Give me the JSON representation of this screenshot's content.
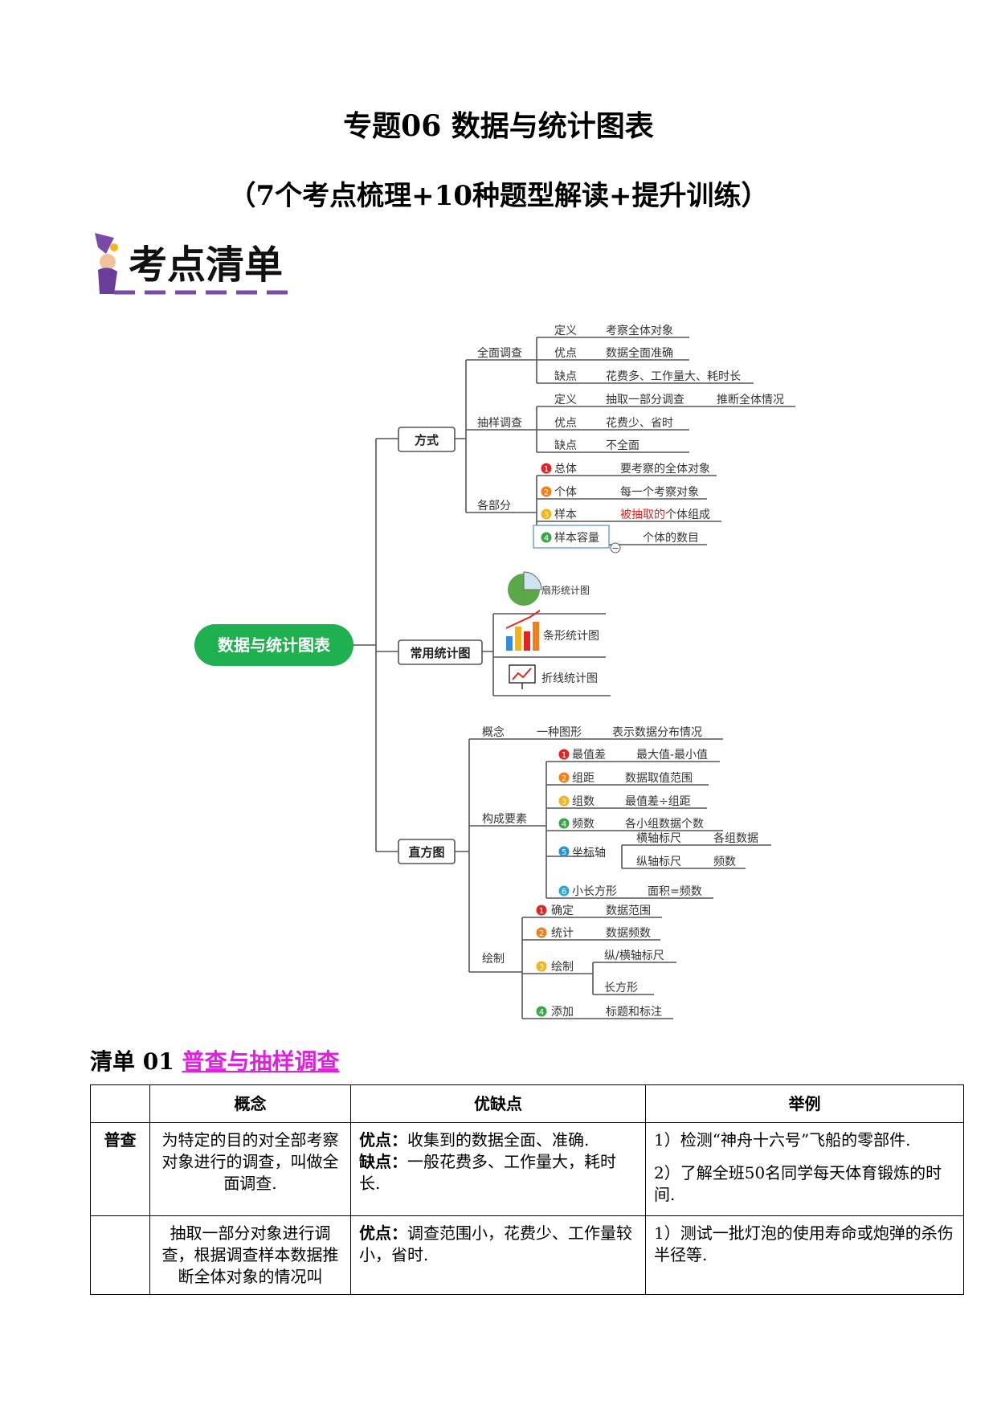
{
  "title": "专题06 数据与统计图表",
  "subtitle": "（7个考点梳理+10种题型解读+提升训练）",
  "logo_text": "考点清单",
  "mindmap": {
    "root": "数据与统计图表",
    "b1": "方式",
    "b1_s1": "全面调查",
    "b1_s1_def": "定义",
    "b1_s1_def_v": "考察全体对象",
    "b1_s1_adv": "优点",
    "b1_s1_adv_v": "数据全面准确",
    "b1_s1_dis": "缺点",
    "b1_s1_dis_v": "花费多、工作量大、耗时长",
    "b1_s2": "抽样调查",
    "b1_s2_def": "定义",
    "b1_s2_def_v": "抽取一部分调查",
    "b1_s2_def_v2": "推断全体情况",
    "b1_s2_adv": "优点",
    "b1_s2_adv_v": "花费少、省时",
    "b1_s2_dis": "缺点",
    "b1_s2_dis_v": "不全面",
    "b1_s3": "各部分",
    "b1_s3_p1": "总体",
    "b1_s3_p1_v": "要考察的全体对象",
    "b1_s3_p2": "个体",
    "b1_s3_p2_v": "每一个考察对象",
    "b1_s3_p3": "样本",
    "b1_s3_p3_v_red": "被抽取的",
    "b1_s3_p3_v": "个体组成",
    "b1_s3_p4": "样本容量",
    "b1_s3_p4_v": "个体的数目",
    "b2": "常用统计图",
    "b2_c1": "扇形统计图",
    "b2_c2": "条形统计图",
    "b2_c3": "折线统计图",
    "b3": "直方图",
    "b3_s1": "概念",
    "b3_s1_v": "一种图形",
    "b3_s1_v2": "表示数据分布情况",
    "b3_s2": "构成要素",
    "b3_e1": "最值差",
    "b3_e1_v": "最大值-最小值",
    "b3_e2": "组距",
    "b3_e2_v": "数据取值范围",
    "b3_e3": "组数",
    "b3_e3_v": "最值差÷组距",
    "b3_e4": "频数",
    "b3_e4_v": "各小组数据个数",
    "b3_e5": "坐标轴",
    "b3_e5_h": "横轴标尺",
    "b3_e5_h_v": "各组数据",
    "b3_e5_v": "纵轴标尺",
    "b3_e5_v_v": "频数",
    "b3_e6": "小长方形",
    "b3_e6_v": "面积=频数",
    "b3_s3": "绘制",
    "b3_d1": "确定",
    "b3_d1_v": "数据范围",
    "b3_d2": "统计",
    "b3_d2_v": "数据频数",
    "b3_d3": "绘制",
    "b3_d3_v1": "纵/横轴标尺",
    "b3_d3_v2": "长方形",
    "b3_d4": "添加",
    "b3_d4_v": "标题和标注",
    "num1": "1",
    "num2": "2",
    "num3": "3",
    "num4": "4",
    "num5": "5",
    "num6": "6",
    "minus": "−"
  },
  "section": {
    "prefix": "清单",
    "number": "01",
    "title": "普查与抽样调查"
  },
  "table": {
    "headers": [
      "",
      "概念",
      "优缺点",
      "举例"
    ],
    "row1": {
      "head": "普查",
      "concept": "为特定的目的对全部考察对象进行的调查，叫做全面调查.",
      "adv_label": "优点：",
      "adv": "收集到的数据全面、准确.",
      "dis_label": "缺点：",
      "dis": "一般花费多、工作量大，耗时长.",
      "ex1": "1）检测“神舟十六号”飞船的零部件.",
      "ex2": "2）了解全班50名同学每天体育锻炼的时间."
    },
    "row2": {
      "head": "",
      "concept": "抽取一部分对象进行调查，根据调查样本数据推断全体对象的情况叫",
      "adv_label": "优点：",
      "adv": "调查范围小，花费少、工作量较小，省时.",
      "ex1": "1）测试一批灯泡的使用寿命或炮弹的杀伤半径等."
    }
  },
  "colors": {
    "root_green": "#1fb04f",
    "marker_red": "#e8231f",
    "marker_orange": "#f27f1b",
    "marker_yellow": "#f4b419",
    "marker_green": "#3ba54a",
    "marker_blue": "#2e8fd6",
    "marker_cyan": "#27a9d8",
    "heading_magenta": "#e020e0",
    "red_text": "#e8231f"
  }
}
